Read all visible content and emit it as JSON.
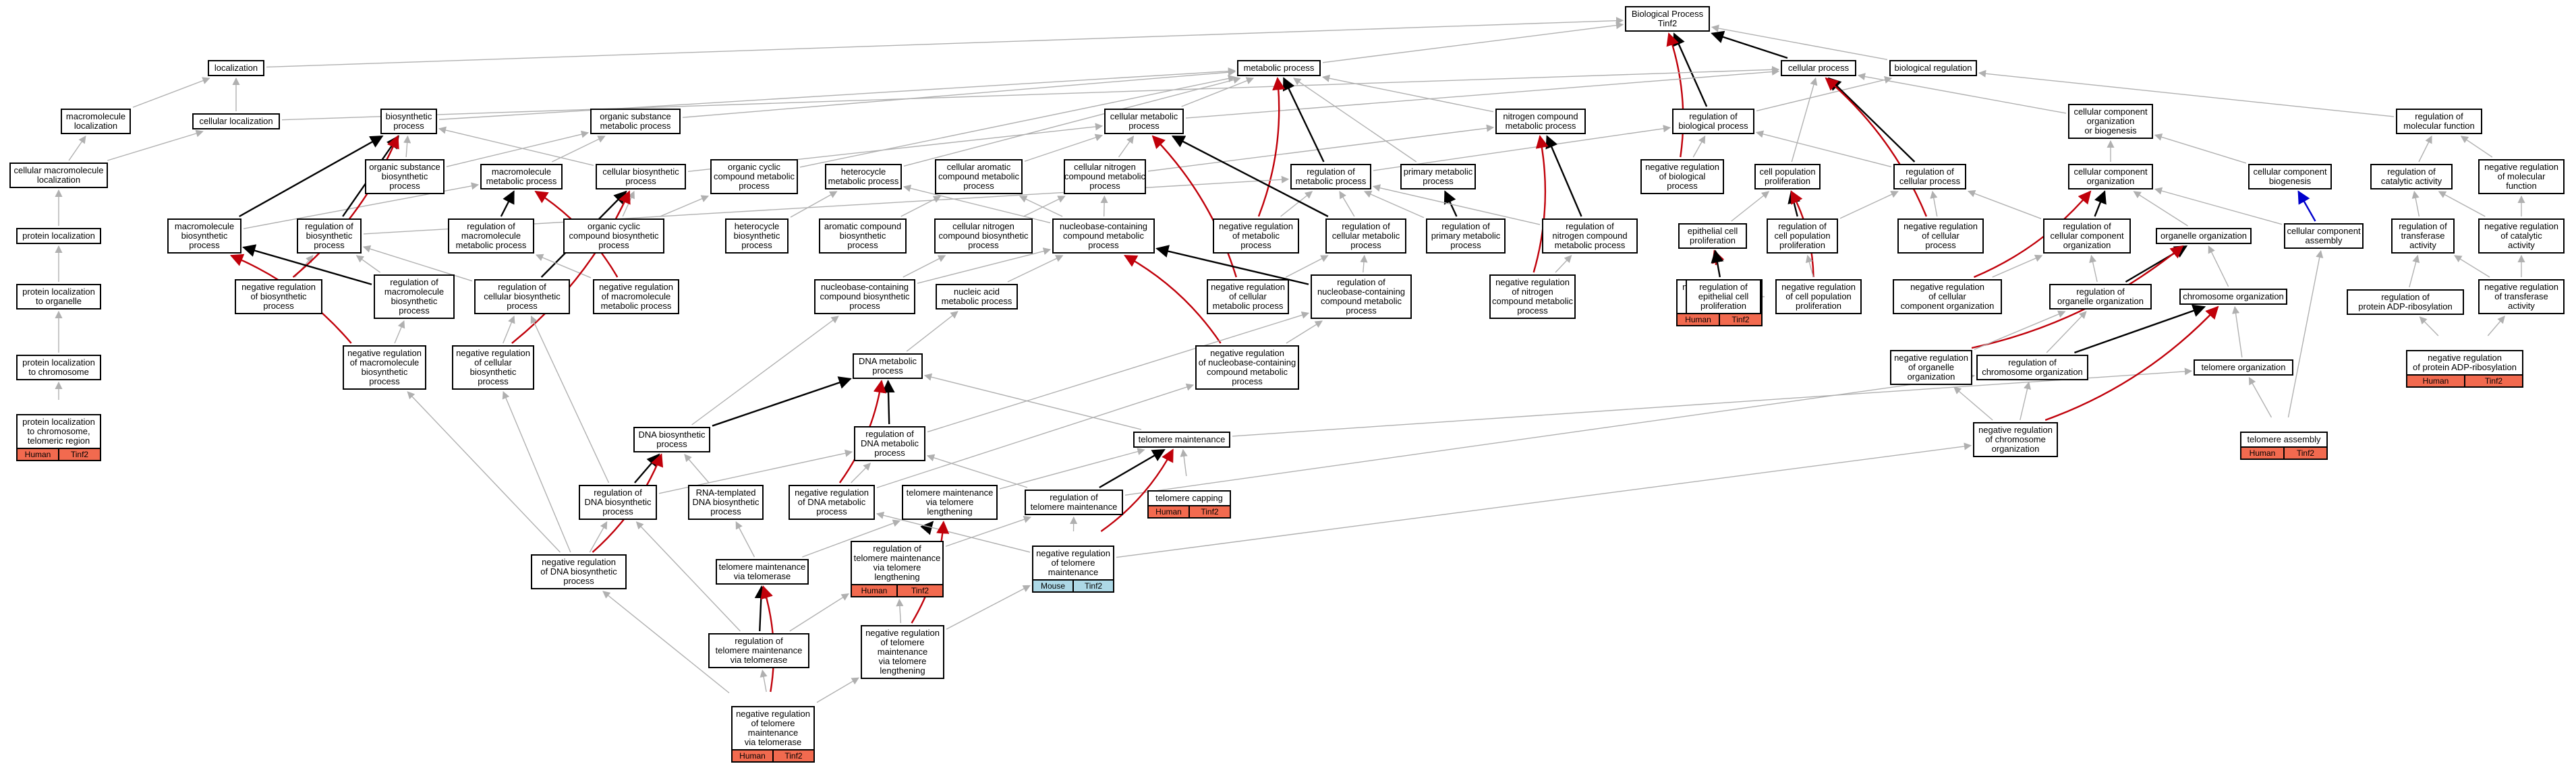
{
  "nodes": {
    "bp": "Biological Process\nTinf2",
    "localization": "localization",
    "metabolic": "metabolic process",
    "cellular": "cellular process",
    "bioreg": "biological regulation",
    "macromol_loc": "macromolecule\nlocalization",
    "cell_loc": "cellular localization",
    "biosynthetic": "biosynthetic\nprocess",
    "org_sub_met": "organic substance\nmetabolic process",
    "cell_met": "cellular metabolic\nprocess",
    "nitrogen_met": "nitrogen compound\nmetabolic process",
    "reg_bio": "regulation of\nbiological process",
    "cc_org_bio": "cellular component\norganization\nor biogenesis",
    "reg_mol_fn": "regulation of\nmolecular function",
    "cell_macromol_loc": "cellular macromolecule\nlocalization",
    "org_sub_bio": "organic substance\nbiosynthetic\nprocess",
    "macromol_met": "macromolecule\nmetabolic process",
    "cell_bio": "cellular biosynthetic\nprocess",
    "org_cyc_met": "organic cyclic\ncompound metabolic\nprocess",
    "heterocycle_met": "heterocycle\nmetabolic process",
    "arom_met": "cellular aromatic\ncompound metabolic\nprocess",
    "cell_nitro_met": "cellular nitrogen\ncompound metabolic\nprocess",
    "reg_met": "regulation of\nmetabolic process",
    "primary_met": "primary metabolic\nprocess",
    "neg_reg_bio": "negative regulation\nof biological\nprocess",
    "cell_pop_prolif": "cell population\nproliferation",
    "reg_cell_proc": "regulation of\ncellular process",
    "cc_org": "cellular component\norganization",
    "cc_biogenesis": "cellular component\nbiogenesis",
    "reg_cat": "regulation of\ncatalytic activity",
    "neg_reg_mol_fn": "negative regulation\nof molecular\nfunction",
    "protein_loc": "protein localization",
    "macromol_bio": "macromolecule\nbiosynthetic\nprocess",
    "reg_bio_proc": "regulation of\nbiosynthetic\nprocess",
    "reg_macromol_met": "regulation of\nmacromolecule\nmetabolic process",
    "org_cyc_bio": "organic cyclic\ncompound biosynthetic\nprocess",
    "heterocycle_bio": "heterocycle\nbiosynthetic\nprocess",
    "arom_bio": "aromatic compound\nbiosynthetic\nprocess",
    "cell_nitro_bio": "cellular nitrogen\ncompound biosynthetic\nprocess",
    "nucleobase_met": "nucleobase-containing\ncompound metabolic\nprocess",
    "neg_reg_met": "negative regulation\nof metabolic\nprocess",
    "reg_cell_met": "regulation of\ncellular metabolic\nprocess",
    "reg_primary_met": "regulation of\nprimary metabolic\nprocess",
    "reg_nitro_met": "regulation of\nnitrogen compound\nmetabolic process",
    "epith_prolif": "epithelial cell\nproliferation",
    "reg_cell_pop": "regulation of\ncell population\nproliferation",
    "neg_reg_cell_proc": "negative regulation\nof cellular\nprocess",
    "reg_cc_org": "regulation of\ncellular component\norganization",
    "organelle_org": "organelle organization",
    "cc_assembly": "cellular component\nassembly",
    "reg_transferase": "regulation of\ntransferase\nactivity",
    "neg_reg_cat": "negative regulation\nof catalytic\nactivity",
    "protein_loc_organelle": "protein localization\nto organelle",
    "neg_reg_bio_proc": "negative regulation\nof biosynthetic\nprocess",
    "reg_macromol_bio": "regulation of\nmacromolecule\nbiosynthetic\nprocess",
    "reg_cell_bio": "regulation of\ncellular biosynthetic\nprocess",
    "neg_reg_macromol_met": "negative regulation\nof macromolecule\nmetabolic process",
    "nucleobase_bio": "nucleobase-containing\ncompound biosynthetic\nprocess",
    "nucleic_acid_met": "nucleic acid\nmetabolic process",
    "neg_reg_cell_met": "negative regulation\nof cellular\nmetabolic process",
    "reg_nucleobase_met": "regulation of\nnucleobase-containing\ncompound metabolic\nprocess",
    "neg_reg_nitro_met": "negative regulation\nof nitrogen\ncompound metabolic\nprocess",
    "neg_reg_epith": "negative regulation\nof epithelial\ncell proliferation",
    "reg_epith": "regulation of\nepithelial cell\nproliferation",
    "neg_reg_cell_pop": "negative regulation\nof cell population\nproliferation",
    "neg_reg_cc_org": "negative regulation\nof cellular\ncomponent organization",
    "reg_organelle_org": "regulation of\norganelle organization",
    "chromosome_org": "chromosome organization",
    "protein_adp_reg": "regulation of\nprotein ADP-ribosylation",
    "neg_reg_transferase": "negative regulation\nof transferase\nactivity",
    "protein_loc_chrom": "protein localization\nto chromosome",
    "neg_reg_macromol_bio": "negative regulation\nof macromolecule\nbiosynthetic\nprocess",
    "neg_reg_cell_bio": "negative regulation\nof cellular\nbiosynthetic\nprocess",
    "dna_met": "DNA metabolic\nprocess",
    "neg_reg_nucleobase_met": "negative regulation\nof nucleobase-containing\ncompound metabolic\nprocess",
    "neg_reg_organelle_org": "negative regulation\nof organelle\norganization",
    "reg_chrom_org": "regulation of\nchromosome organization",
    "telomere_org": "telomere organization",
    "neg_reg_protein_adp": "negative regulation\nof protein ADP-ribosylation",
    "protein_loc_telomeric": "protein localization\nto chromosome,\ntelomeric region",
    "dna_bio": "DNA biosynthetic\nprocess",
    "reg_dna_met": "regulation of\nDNA metabolic\nprocess",
    "telomere_maint": "telomere maintenance",
    "telomere_assembly": "telomere assembly",
    "neg_reg_chrom_org": "negative regulation\nof chromosome\norganization",
    "reg_dna_bio": "regulation of\nDNA biosynthetic\nprocess",
    "rna_templated": "RNA-templated\nDNA biosynthetic\nprocess",
    "neg_reg_dna_met": "negative regulation\nof DNA metabolic\nprocess",
    "tm_lengthening": "telomere maintenance\nvia telomere\nlengthening",
    "reg_tm": "regulation of\ntelomere maintenance",
    "telomere_capping": "telomere capping",
    "neg_reg_dna_bio": "negative regulation\nof DNA biosynthetic\nprocess",
    "tm_telomerase": "telomere maintenance\nvia telomerase",
    "reg_tm_lengthening": "regulation of\ntelomere maintenance\nvia telomere\nlengthening",
    "neg_reg_tm": "negative regulation\nof telomere\nmaintenance",
    "reg_tm_telomerase": "regulation of\ntelomere maintenance\nvia telomerase",
    "neg_reg_tm_lengthening": "negative regulation\nof telomere\nmaintenance\nvia telomere\nlengthening",
    "neg_reg_tm_telomerase": "negative regulation\nof telomere\nmaintenance\nvia telomerase"
  },
  "badges": {
    "human": "Human",
    "mouse": "Mouse",
    "gene": "Tinf2"
  },
  "colors": {
    "human": "#f26a4f",
    "mouse": "#add8e6",
    "edge_gray": "#b0b0b0",
    "edge_black": "#000000",
    "edge_red": "#c0000a",
    "edge_blue": "#0000cc"
  }
}
